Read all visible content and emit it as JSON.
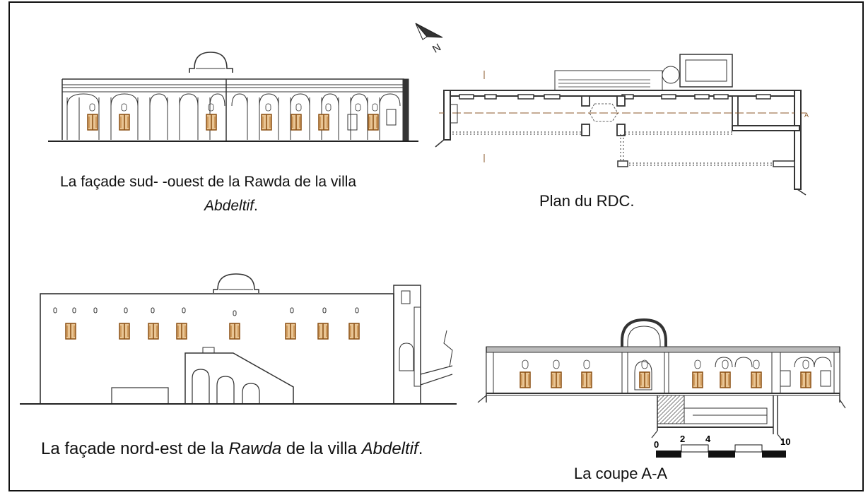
{
  "captions": {
    "facade_sud_ouest_line1": "La façade sud- -ouest de la Rawda de la villa",
    "facade_sud_ouest_line2_name": "Abdeltif",
    "facade_sud_ouest_line2_end": ".",
    "plan": "Plan du RDC.",
    "facade_nord_est_start": "La façade nord-est de la ",
    "facade_nord_est_rawda": "Rawda",
    "facade_nord_est_mid": " de la villa ",
    "facade_nord_est_name": "Abdeltif",
    "facade_nord_est_end": ".",
    "coupe": "La coupe A-A"
  },
  "scale_bar": {
    "labels": [
      "0",
      "2",
      "4",
      "10"
    ]
  },
  "plan_marks": {
    "section_marker": "A",
    "north_letter": "N"
  },
  "colors": {
    "line": "#222222",
    "window_wood": "#b8742a",
    "frame": "#111111"
  }
}
